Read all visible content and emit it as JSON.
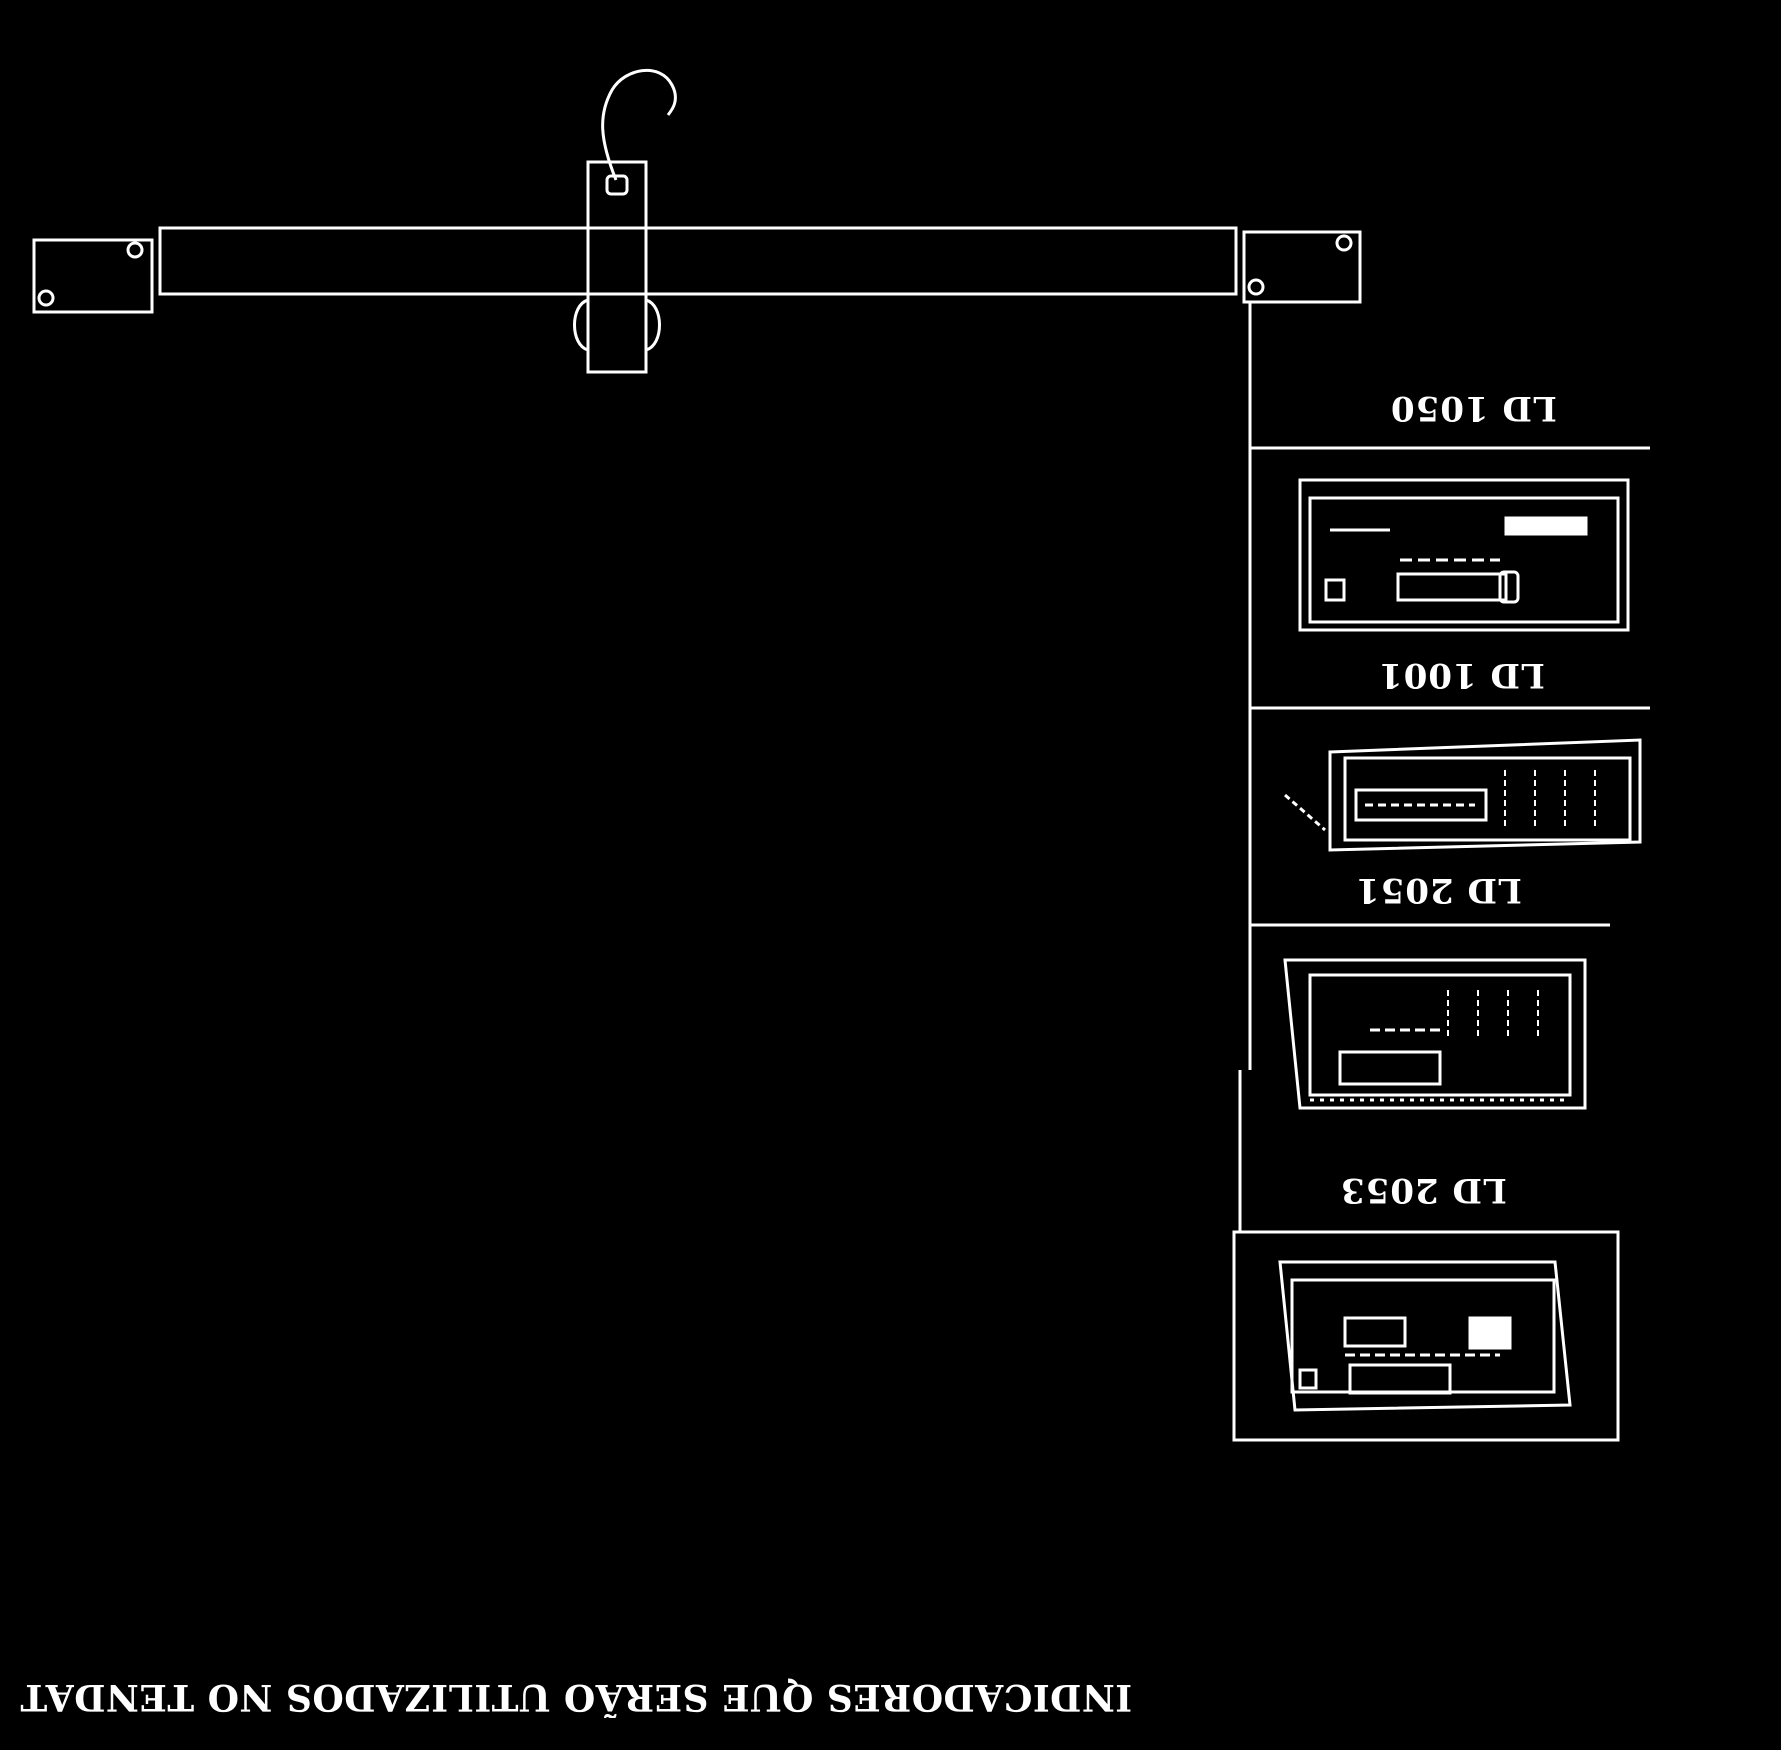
{
  "title": "INDICADORES QUE SERÃO UTILIZADOS NO TENDAT",
  "indicators": [
    {
      "model": "LD 1050"
    },
    {
      "model": "LD 1001"
    },
    {
      "model": "LD 2051"
    },
    {
      "model": "LD 2053"
    }
  ],
  "colors": {
    "background": "#000000",
    "line": "#ffffff"
  }
}
